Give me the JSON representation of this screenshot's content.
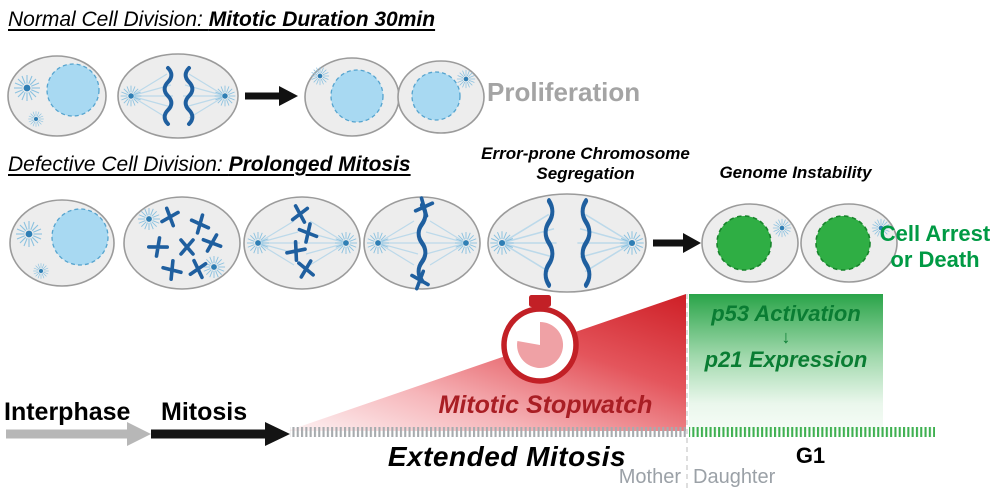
{
  "normal": {
    "heading_plain": "Normal Cell Division: ",
    "heading_bold": "Mitotic Duration 30min",
    "result": "Proliferation"
  },
  "defective": {
    "heading_plain": "Defective Cell Division: ",
    "heading_bold": "Prolonged Mitosis",
    "error_line1": "Error-prone Chromosome",
    "error_line2": "Segregation",
    "genome_label": "Genome Instability",
    "result_line1": "Cell Arrest",
    "result_line2": "or Death"
  },
  "timeline": {
    "interphase": "Interphase",
    "mitosis": "Mitosis",
    "stopwatch_label": "Mitotic Stopwatch",
    "extended_mitosis": "Extended Mitosis",
    "g1": "G1",
    "mother": "Mother",
    "daughter": "Daughter"
  },
  "green_box": {
    "line1": "p53 Activation",
    "arrow": "↓",
    "line2": "p21 Expression"
  },
  "colors": {
    "red_accent": "#c22026",
    "dark_red_text": "#a91e24",
    "green_accent": "#2aa449",
    "green_text": "#0a7d33",
    "arrest_green": "#009a44",
    "gray_text": "#a4a4a4",
    "chromosome_blue": "#1f5f9f",
    "nucleus_blue": "#a8d9f2",
    "nucleus_green": "#2fae44",
    "cell_fill": "#ededed"
  },
  "illustrations": {
    "normal_row": [
      "interphase-cell",
      "mitotic-spindle-cell",
      "daughter-cell",
      "daughter-cell"
    ],
    "defective_row": [
      "interphase-cell",
      "prometaphase-cell",
      "congression-cell",
      "metaphase-cell",
      "error-anaphase-cell",
      "arrested-cell",
      "arrested-cell"
    ],
    "stopwatch": "stopwatch-icon"
  }
}
